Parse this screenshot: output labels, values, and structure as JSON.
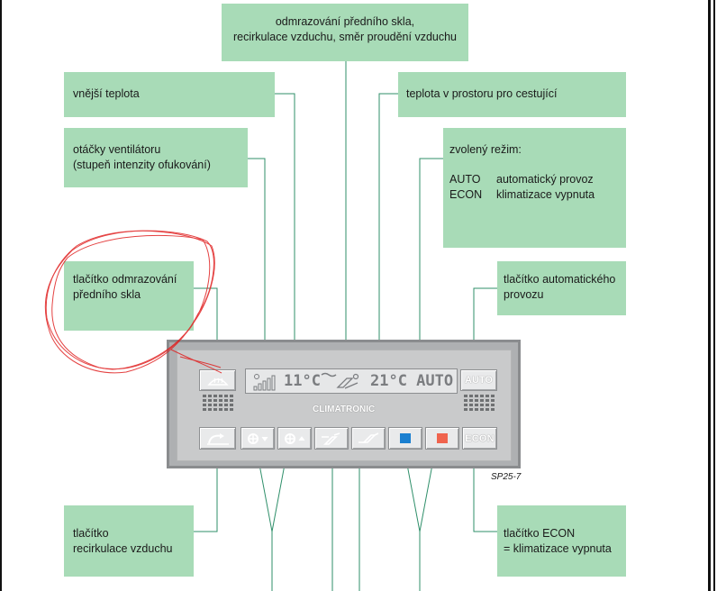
{
  "labels": {
    "top": "odmrazování předního skla,\nrecirkulace vzduchu, směr proudění vzduchu",
    "outside_temp": "vnější teplota",
    "cabin_temp": "teplota v prostoru pro cestující",
    "fan_speed": "otáčky ventilátoru\n(stupeň intenzity ofukování)",
    "mode_title": "zvolený režim:",
    "mode_rows": [
      {
        "key": "AUTO",
        "desc": "automatický provoz"
      },
      {
        "key": "ECON",
        "desc": "klimatizace vypnuta"
      }
    ],
    "defrost_button": "tlačítko odmrazování\npředního skla",
    "auto_button": "tlačítko automatického\nprovozu",
    "recirc_button": "tlačítko\nrecirkulace vzduchu",
    "econ_button": "tlačítko ECON\n= klimatizace vypnuta"
  },
  "panel": {
    "brand": "CLIMATRONIC",
    "auto_label": "AUTO",
    "econ_label": "ECON",
    "display_outside": "11°C",
    "display_cabin": "21°C AUTO",
    "colors": {
      "cold": "#1a7fd0",
      "hot": "#f0644e",
      "box": "#a8dbb7",
      "lines": "#2f8f6a",
      "scribble": "#e02020"
    }
  },
  "figure_id": "SP25-7"
}
